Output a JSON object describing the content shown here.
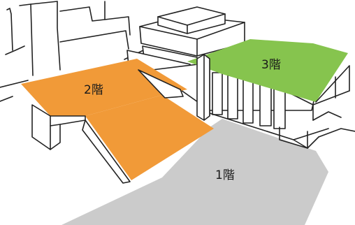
{
  "floors": {
    "first": {
      "label": "1階",
      "color": "#cbcbcb"
    },
    "second": {
      "label": "2階",
      "color": "#f19a38"
    },
    "third": {
      "label": "3階",
      "color": "#86c44e"
    }
  }
}
